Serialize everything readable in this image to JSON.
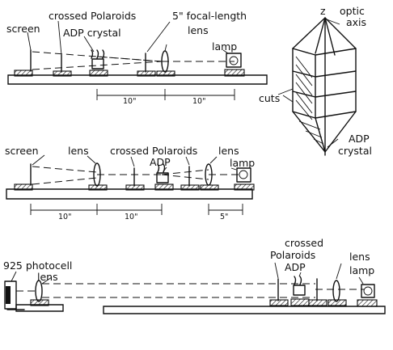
{
  "setup_a": {
    "screen": "screen",
    "polaroids": "crossed Polaroids",
    "adp_crystal": "ADP crystal",
    "focal_length": "5\" focal-length",
    "lens": "lens",
    "lamp": "lamp",
    "dist_1": "10\"",
    "dist_2": "10\""
  },
  "crystal": {
    "z_axis": "z",
    "optic_axis": "optic\naxis",
    "cuts": "cuts",
    "caption": "ADP\ncrystal"
  },
  "setup_b": {
    "screen": "screen",
    "lens_left": "lens",
    "polaroids": "crossed Polaroids",
    "adp": "ADP",
    "lens_right": "lens",
    "lamp": "lamp",
    "dist_1": "10\"",
    "dist_2": "10\"",
    "dist_3": "5\""
  },
  "setup_c": {
    "photocell": "925 photocell",
    "lens_left": "lens",
    "polaroids": "crossed\nPolaroids",
    "adp": "ADP",
    "lens_right": "lens",
    "lamp": "lamp"
  }
}
